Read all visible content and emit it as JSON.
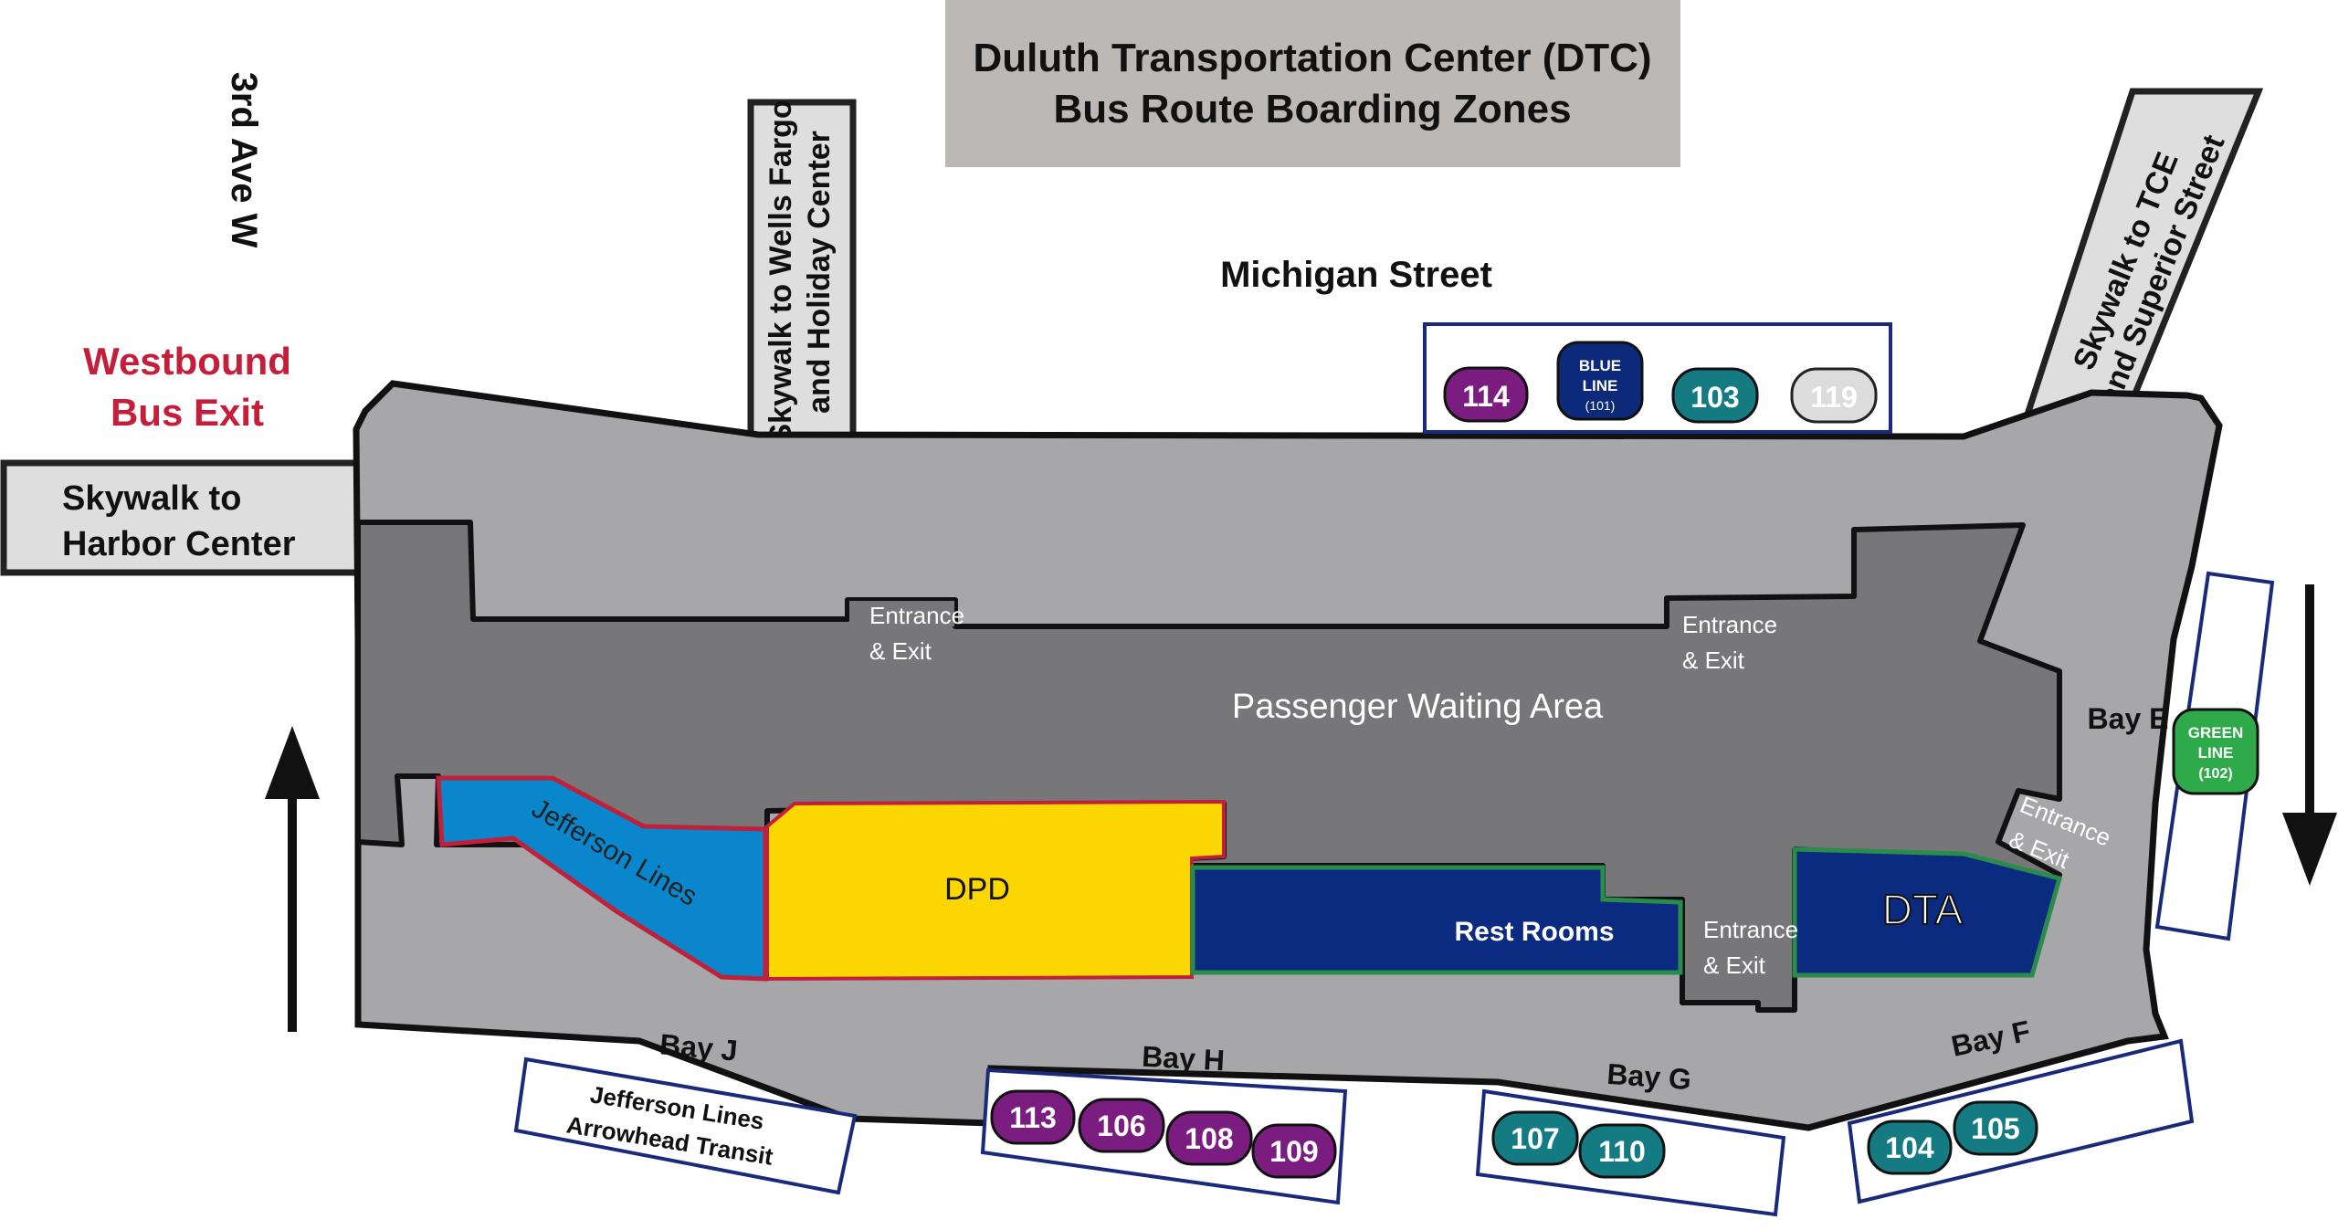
{
  "title": {
    "line1": "Duluth Transportation Center (DTC)",
    "line2": "Bus Route Boarding Zones"
  },
  "streets": {
    "michigan": "Michigan Street",
    "third_ave": "3rd Ave W"
  },
  "westbound_exit": {
    "line1": "Westbound",
    "line2": "Bus Exit"
  },
  "skywalks": {
    "harbor_line1": "Skywalk to",
    "harbor_line2": "Harbor Center",
    "wells_line1": "Skywalk to Wells Fargo",
    "wells_line2": "and Holiday Center",
    "tce_line1": "Skywalk to TCE",
    "tce_line2": "and Superior Street"
  },
  "building": {
    "waiting_area": "Passenger Waiting Area",
    "entrance_line1": "Entrance",
    "entrance_line2": "& Exit",
    "jefferson": "Jefferson Lines",
    "dpd": "DPD",
    "restrooms": "Rest Rooms",
    "dta": "DTA"
  },
  "bays": {
    "e": "Bay E",
    "f": "Bay F",
    "g": "Bay G",
    "h": "Bay H",
    "j": "Bay J"
  },
  "bay_j_carriers": {
    "line1": "Jefferson Lines",
    "line2": "Arrowhead Transit"
  },
  "routes": {
    "michigan": [
      "114",
      "BLUE",
      "103",
      "119"
    ],
    "blue_line": {
      "line1": "BLUE",
      "line2": "LINE",
      "line3": "(101)"
    },
    "green_line": {
      "line1": "GREEN",
      "line2": "LINE",
      "line3": "(102)"
    },
    "bay_h": [
      "113",
      "106",
      "108",
      "109"
    ],
    "bay_g": [
      "107",
      "110"
    ],
    "bay_f": [
      "104",
      "105"
    ]
  },
  "colors": {
    "purple": "#7b1d80",
    "navy": "#0d2a7a",
    "teal": "#157b83",
    "light_gray_route": "#dcdcdc",
    "green": "#2faa4a",
    "jefferson_blue": "#0a86cc",
    "dpd_yellow": "#fcd600",
    "restroom_navy": "#0b2b80",
    "westbound_red": "#c41e3a",
    "building_light": "#a7a7a9",
    "building_dark": "#77777a",
    "title_bg": "#bcb8b5"
  }
}
